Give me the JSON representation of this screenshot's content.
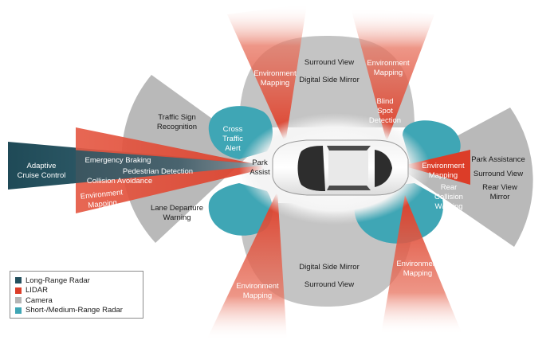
{
  "labels": {
    "adaptive_cruise_control": [
      "Adaptive",
      "Cruise Control"
    ],
    "emergency_braking": "Emergency Braking",
    "pedestrian_detection": "Pedestrian Detection",
    "collision_avoidance": "Collision Avoidance",
    "environment_mapping_left": [
      "Environment",
      "Mapping"
    ],
    "traffic_sign_recognition": [
      "Traffic Sign",
      "Recognition"
    ],
    "cross_traffic_alert": [
      "Cross",
      "Traffic",
      "Alert"
    ],
    "park_assist": [
      "Park",
      "Assist"
    ],
    "lane_departure_warning": [
      "Lane Departure",
      "Warning"
    ],
    "surround_view_top": "Surround View",
    "digital_side_mirror_top": "Digital Side Mirror",
    "environment_mapping_top_left": [
      "Environment",
      "Mapping"
    ],
    "environment_mapping_top_right": [
      "Environment",
      "Mapping"
    ],
    "blind_spot_detection": [
      "Blind",
      "Spot",
      "Detection"
    ],
    "environment_mapping_right": [
      "Environment",
      "Mapping"
    ],
    "park_assistance": "Park Assistance",
    "surround_view_right": "Surround View",
    "rear_view_mirror": [
      "Rear View",
      "Mirror"
    ],
    "rear_collision_warning": [
      "Rear",
      "Collision",
      "Warning"
    ],
    "digital_side_mirror_bottom": "Digital Side Mirror",
    "surround_view_bottom": "Surround View",
    "environment_mapping_bottom_left": [
      "Environment",
      "Mapping"
    ],
    "environment_mapping_bottom_right": [
      "Environment",
      "Mapping"
    ]
  },
  "legend": [
    {
      "label": "Long-Range Radar",
      "color": "#24505e"
    },
    {
      "label": "LIDAR",
      "color": "#dc3d28"
    },
    {
      "label": "Camera",
      "color": "#b5b5b5"
    },
    {
      "label": "Short-/Medium-Range Radar",
      "color": "#3fa6b5"
    }
  ],
  "colors": {
    "long_range_radar": "#24505e",
    "lidar": "#dc3d28",
    "camera": "#b5b5b5",
    "short_medium_radar": "#3fa6b5"
  }
}
